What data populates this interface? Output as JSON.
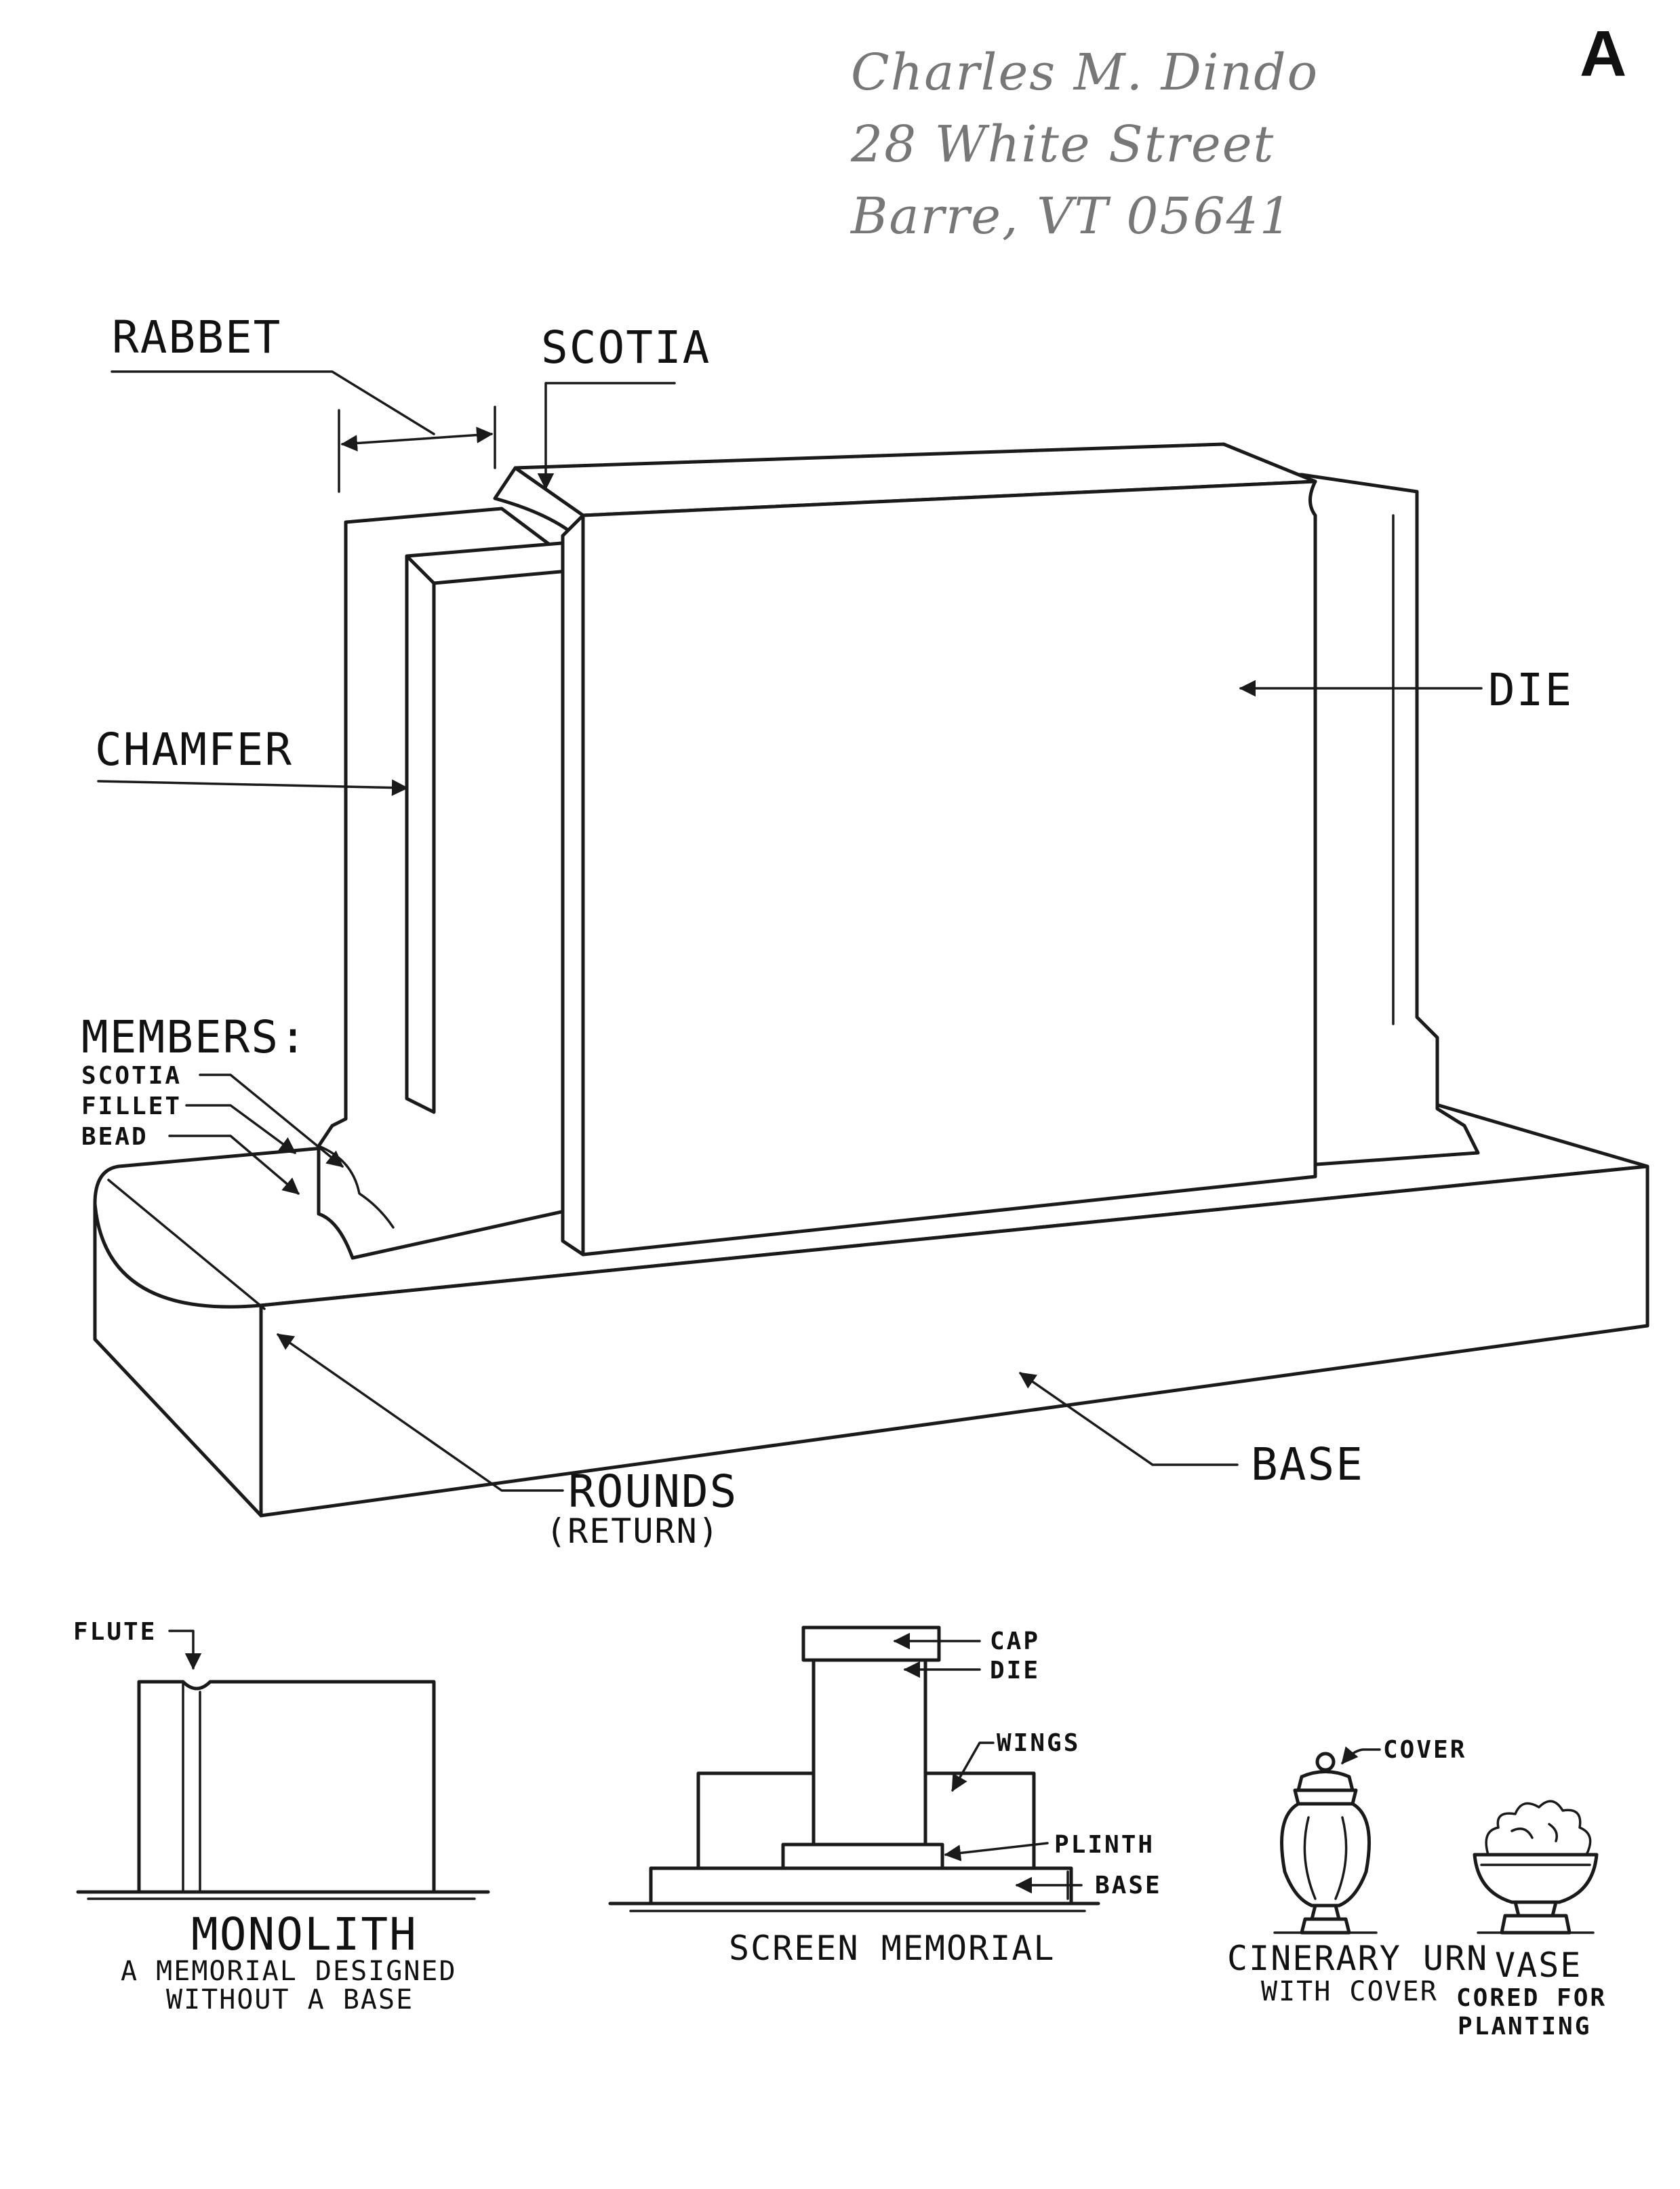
{
  "page_letter": "A",
  "address_stamp": {
    "line1": "Charles M. Dindo",
    "line2": "28 White Street",
    "line3": "Barre, VT 05641"
  },
  "main_diagram": {
    "rabbet": "RABBET",
    "scotia_top": "SCOTIA",
    "die": "DIE",
    "chamfer": "CHAMFER",
    "members_heading": "MEMBERS:",
    "member_scotia": "SCOTIA",
    "member_fillet": "FILLET",
    "member_bead": "BEAD",
    "base": "BASE",
    "rounds": "ROUNDS",
    "rounds_note": "(RETURN)"
  },
  "monolith": {
    "flute": "FLUTE",
    "title": "MONOLITH",
    "caption_line1": "A MEMORIAL DESIGNED",
    "caption_line2": "WITHOUT A BASE"
  },
  "screen_memorial": {
    "cap": "CAP",
    "die": "DIE",
    "wings": "WINGS",
    "plinth": "PLINTH",
    "base": "BASE",
    "title": "SCREEN MEMORIAL"
  },
  "urn": {
    "cover": "COVER",
    "title": "CINERARY URN",
    "caption": "WITH COVER"
  },
  "vase": {
    "title": "VASE",
    "caption_line1": "CORED FOR",
    "caption_line2": "PLANTING"
  }
}
